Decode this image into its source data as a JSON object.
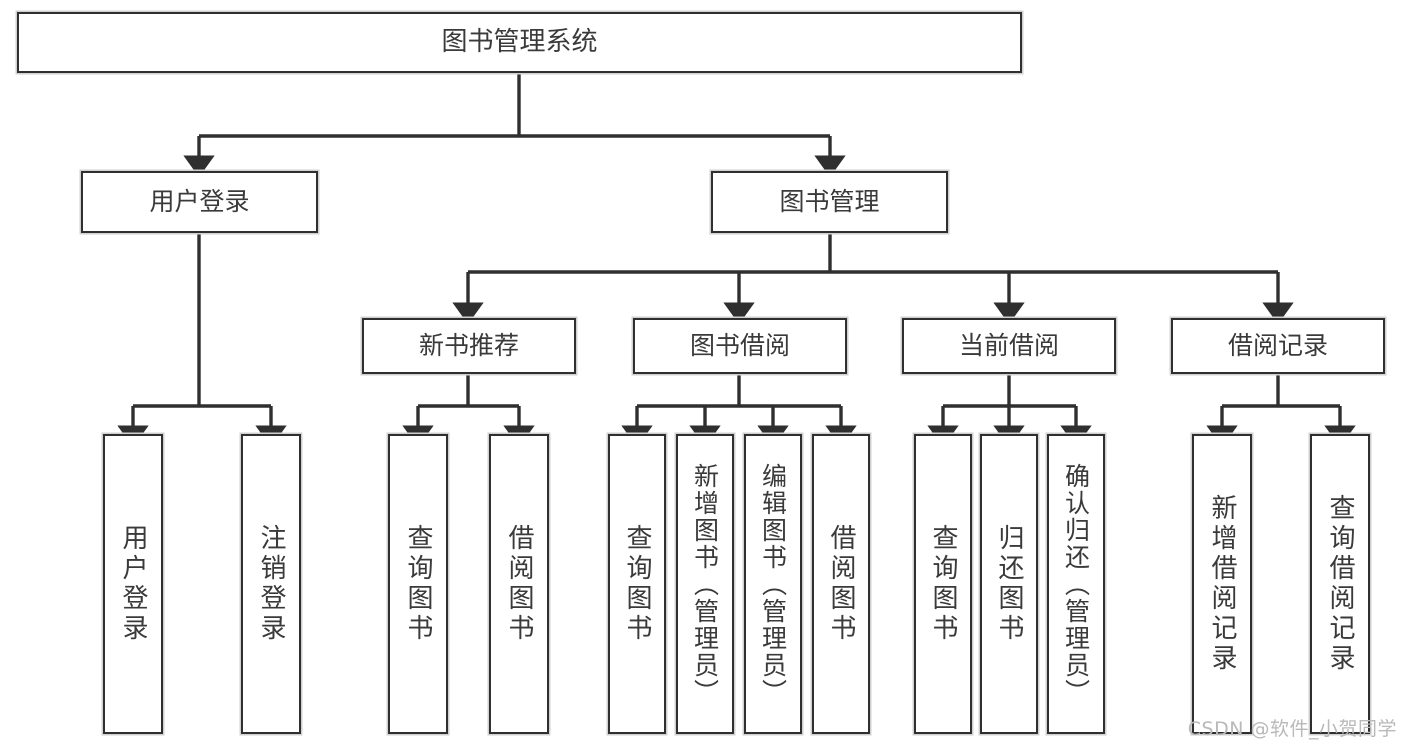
{
  "diagram": {
    "title": "图书管理系统",
    "type": "tree",
    "watermark": "CSDN @软件_小贺同学",
    "colors": {
      "box_border": "#2f2f2f",
      "box_fill": "#ffffff",
      "edge": "#2f2f2f",
      "text": "#3a3a3a",
      "watermark": "#b9b9b9"
    },
    "nodes": {
      "root": {
        "label": "图书管理系统"
      },
      "level2": [
        {
          "id": "user-login",
          "label": "用户登录"
        },
        {
          "id": "book-manage",
          "label": "图书管理"
        }
      ],
      "level3": [
        {
          "id": "new-book-recommend",
          "label": "新书推荐"
        },
        {
          "id": "book-borrow",
          "label": "图书借阅"
        },
        {
          "id": "current-borrow",
          "label": "当前借阅"
        },
        {
          "id": "borrow-record",
          "label": "借阅记录"
        }
      ],
      "leaves": {
        "user-login": [
          {
            "id": "leaf-user-login",
            "label": "用户登录"
          },
          {
            "id": "leaf-logout-login",
            "label": "注销登录"
          }
        ],
        "new-book-recommend": [
          {
            "id": "leaf-query-book-1",
            "label": "查询图书"
          },
          {
            "id": "leaf-borrow-book-1",
            "label": "借阅图书"
          }
        ],
        "book-borrow": [
          {
            "id": "leaf-query-book-2",
            "label": "查询图书"
          },
          {
            "id": "leaf-add-book-admin",
            "label": "新增图书（管理员）"
          },
          {
            "id": "leaf-edit-book-admin",
            "label": "编辑图书（管理员）"
          },
          {
            "id": "leaf-borrow-book-2",
            "label": "借阅图书"
          }
        ],
        "current-borrow": [
          {
            "id": "leaf-query-book-3",
            "label": "查询图书"
          },
          {
            "id": "leaf-return-book",
            "label": "归还图书"
          },
          {
            "id": "leaf-confirm-return-admin",
            "label": "确认归还（管理员）"
          }
        ],
        "borrow-record": [
          {
            "id": "leaf-add-borrow-record",
            "label": "新增借阅记录"
          },
          {
            "id": "leaf-query-borrow-record",
            "label": "查询借阅记录"
          }
        ]
      }
    }
  }
}
